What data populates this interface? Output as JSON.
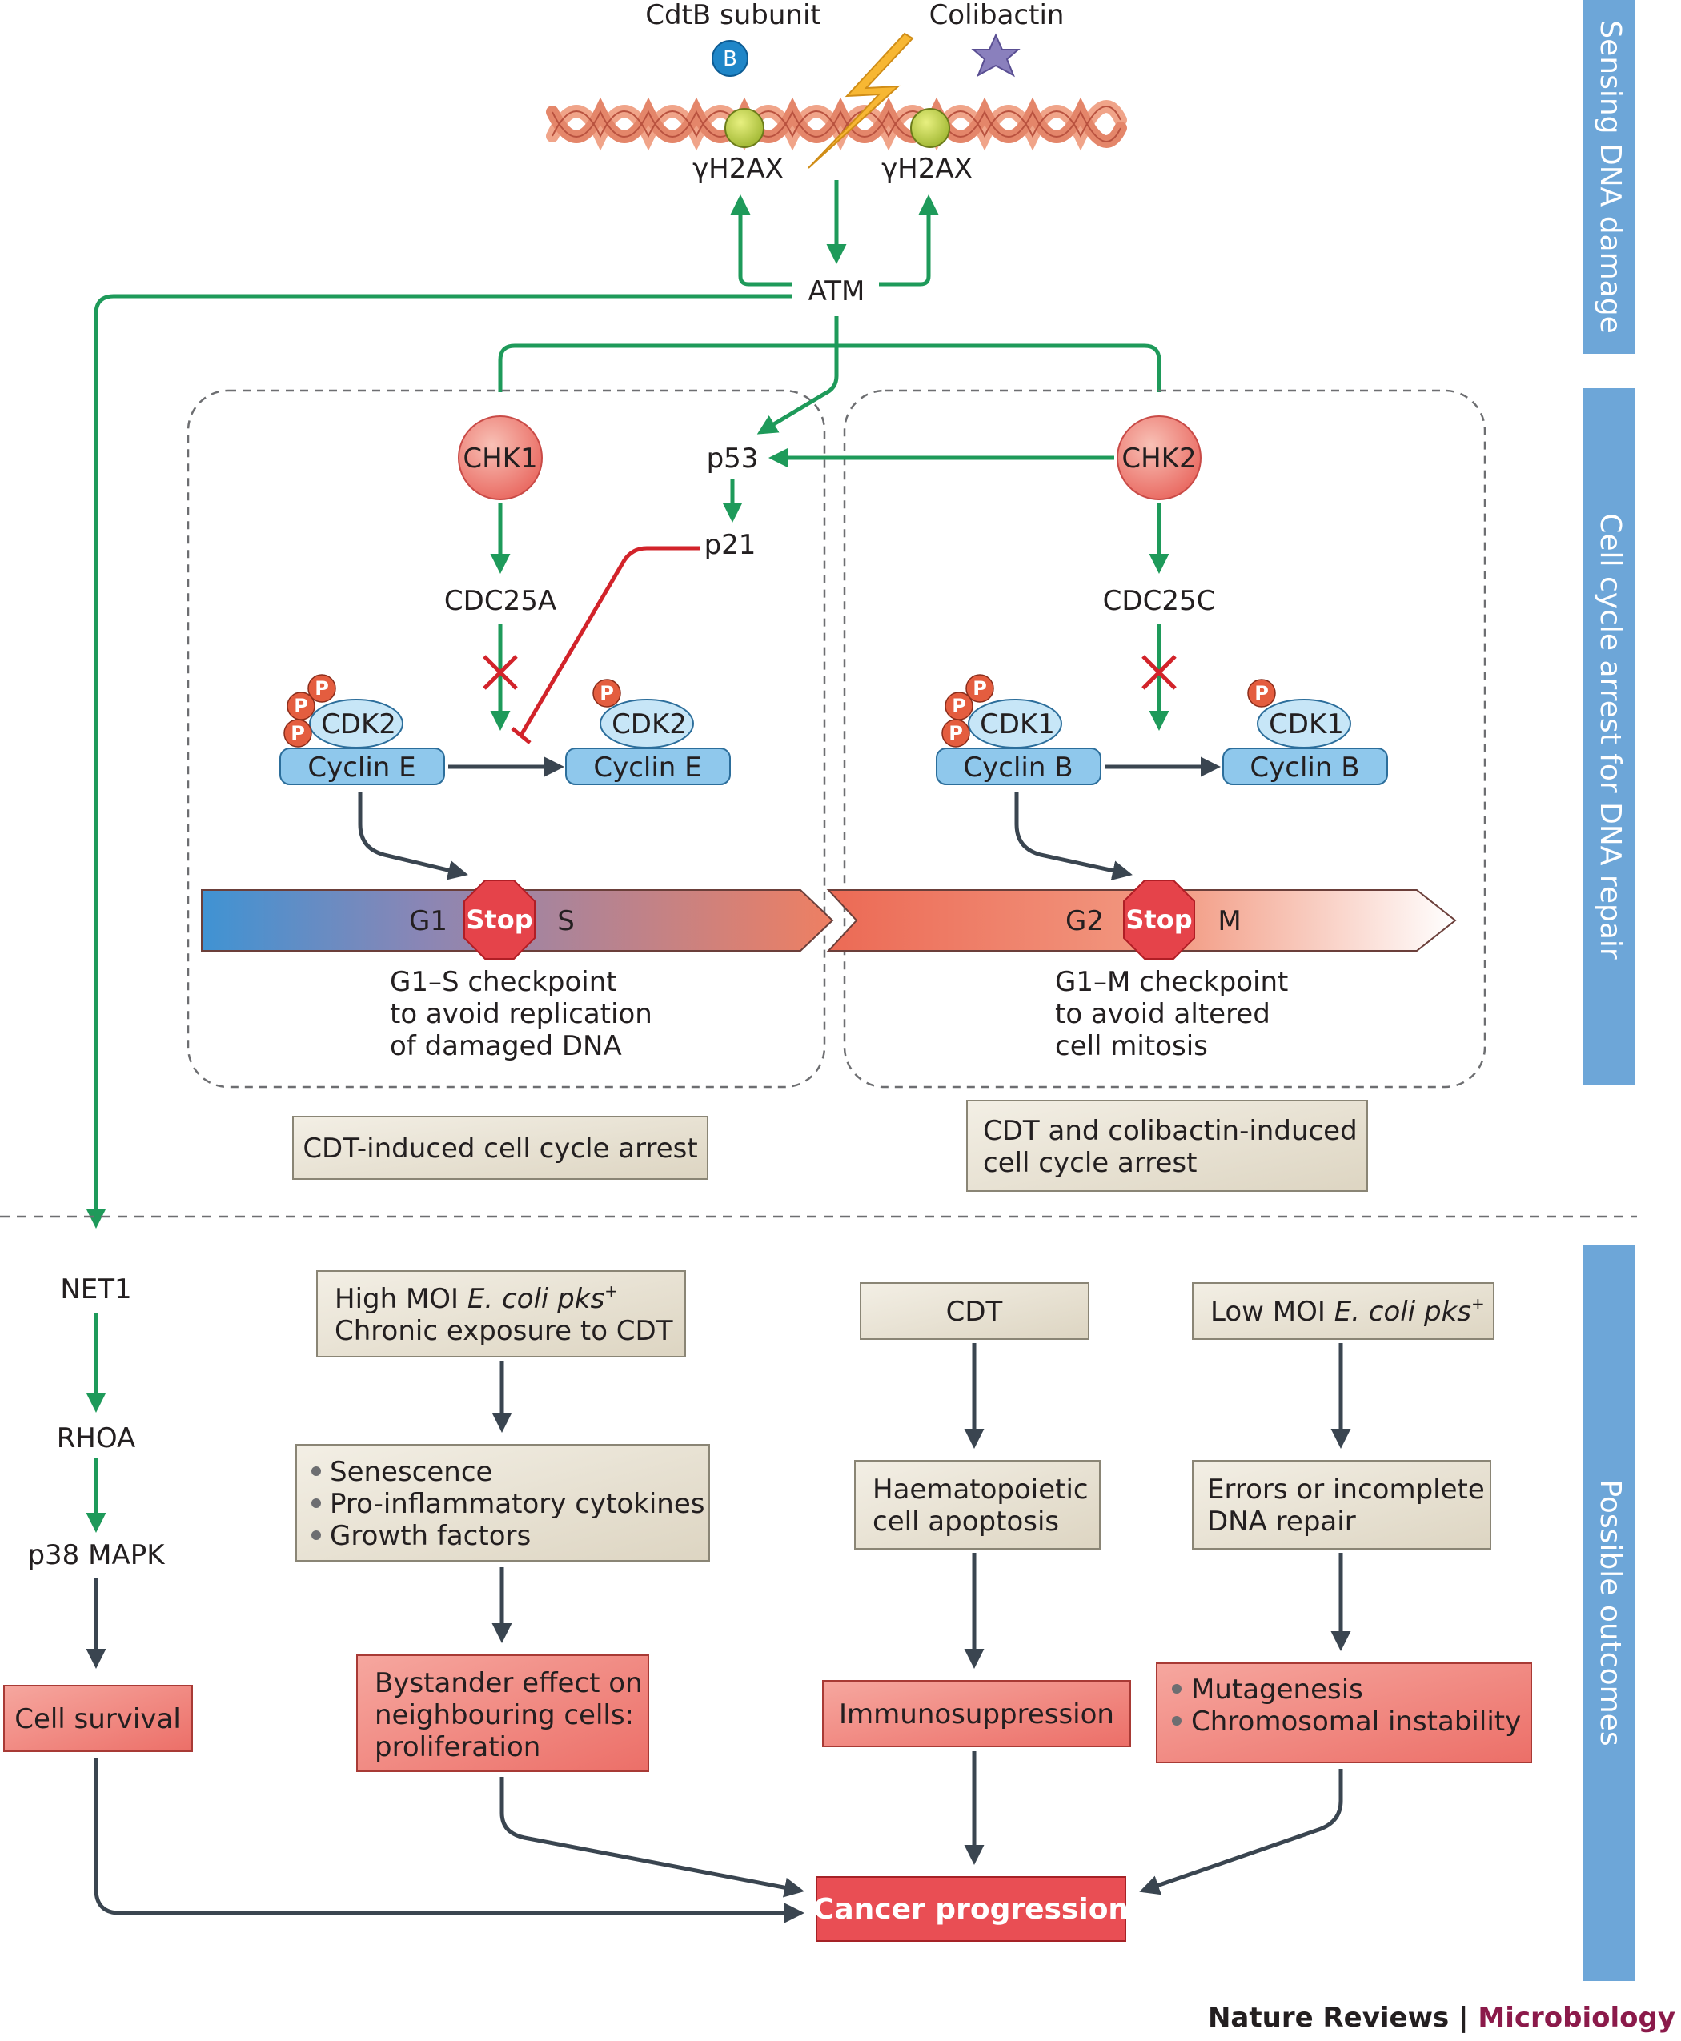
{
  "sensing": {
    "cdtb_label": "CdtB subunit",
    "cdtb_badge": "B",
    "colibactin_label": "Colibactin",
    "h2ax_left": "γH2AX",
    "h2ax_right": "γH2AX",
    "atm": "ATM"
  },
  "checkpoints": {
    "chk1": "CHK1",
    "chk2": "CHK2",
    "p53": "p53",
    "p21": "p21",
    "cdc25a": "CDC25A",
    "cdc25c": "CDC25C",
    "phospho": "P",
    "cdk2": "CDK2",
    "cyclin_e": "Cyclin E",
    "cdk1": "CDK1",
    "cyclin_b": "Cyclin B",
    "stop": "Stop",
    "g1": "G1",
    "s": "S",
    "g2": "G2",
    "m": "M",
    "g1s_text": [
      "G1–S checkpoint",
      "to avoid replication",
      "of damaged DNA"
    ],
    "g1m_text": [
      "G1–M checkpoint",
      "to avoid altered",
      "cell mitosis"
    ],
    "cdt_arrest": "CDT-induced cell cycle arrest",
    "cdt_colibactin_arrest": [
      "CDT and colibactin-induced",
      "cell cycle arrest"
    ]
  },
  "outcomes": {
    "net1": "NET1",
    "rhoa": "RHOA",
    "p38": "p38 MAPK",
    "cell_survival": "Cell survival",
    "high_moi_line1_a": "High MOI ",
    "high_moi_line1_b": "E. coli pks",
    "high_moi_line1_sup": "+",
    "high_moi_line2": "Chronic exposure to CDT",
    "senescence_list": [
      "Senescence",
      "Pro-inflammatory cytokines",
      "Growth factors"
    ],
    "bystander": [
      "Bystander effect on",
      "neighbouring cells:",
      "proliferation"
    ],
    "cdt": "CDT",
    "haemato": [
      "Haematopoietic",
      "cell apoptosis"
    ],
    "immuno": "Immunosuppression",
    "low_moi_a": "Low MOI ",
    "low_moi_b": "E. coli pks",
    "low_moi_sup": "+",
    "errors": [
      "Errors or incomplete",
      "DNA repair"
    ],
    "mutagenesis_list": [
      "Mutagenesis",
      "Chromosomal instability"
    ],
    "cancer": "Cancer progression"
  },
  "sidebar": {
    "sensing": "Sensing DNA damage",
    "arrest": "Cell cycle arrest for DNA repair",
    "outcomes": "Possible outcomes"
  },
  "credit": {
    "journal": "Nature Reviews",
    "separator": " | ",
    "section": "Microbiology"
  },
  "colors": {
    "green_arrow": "#1e9a5a",
    "red_inhibit": "#d2232a",
    "dark_arrow": "#3a4550",
    "sidebar_blue": "#6da6d8",
    "beige_box": "#e9e3d4",
    "red_box": "#ef7b73",
    "cancer_box": "#e94e54",
    "credit_purple": "#8b1a4a"
  }
}
